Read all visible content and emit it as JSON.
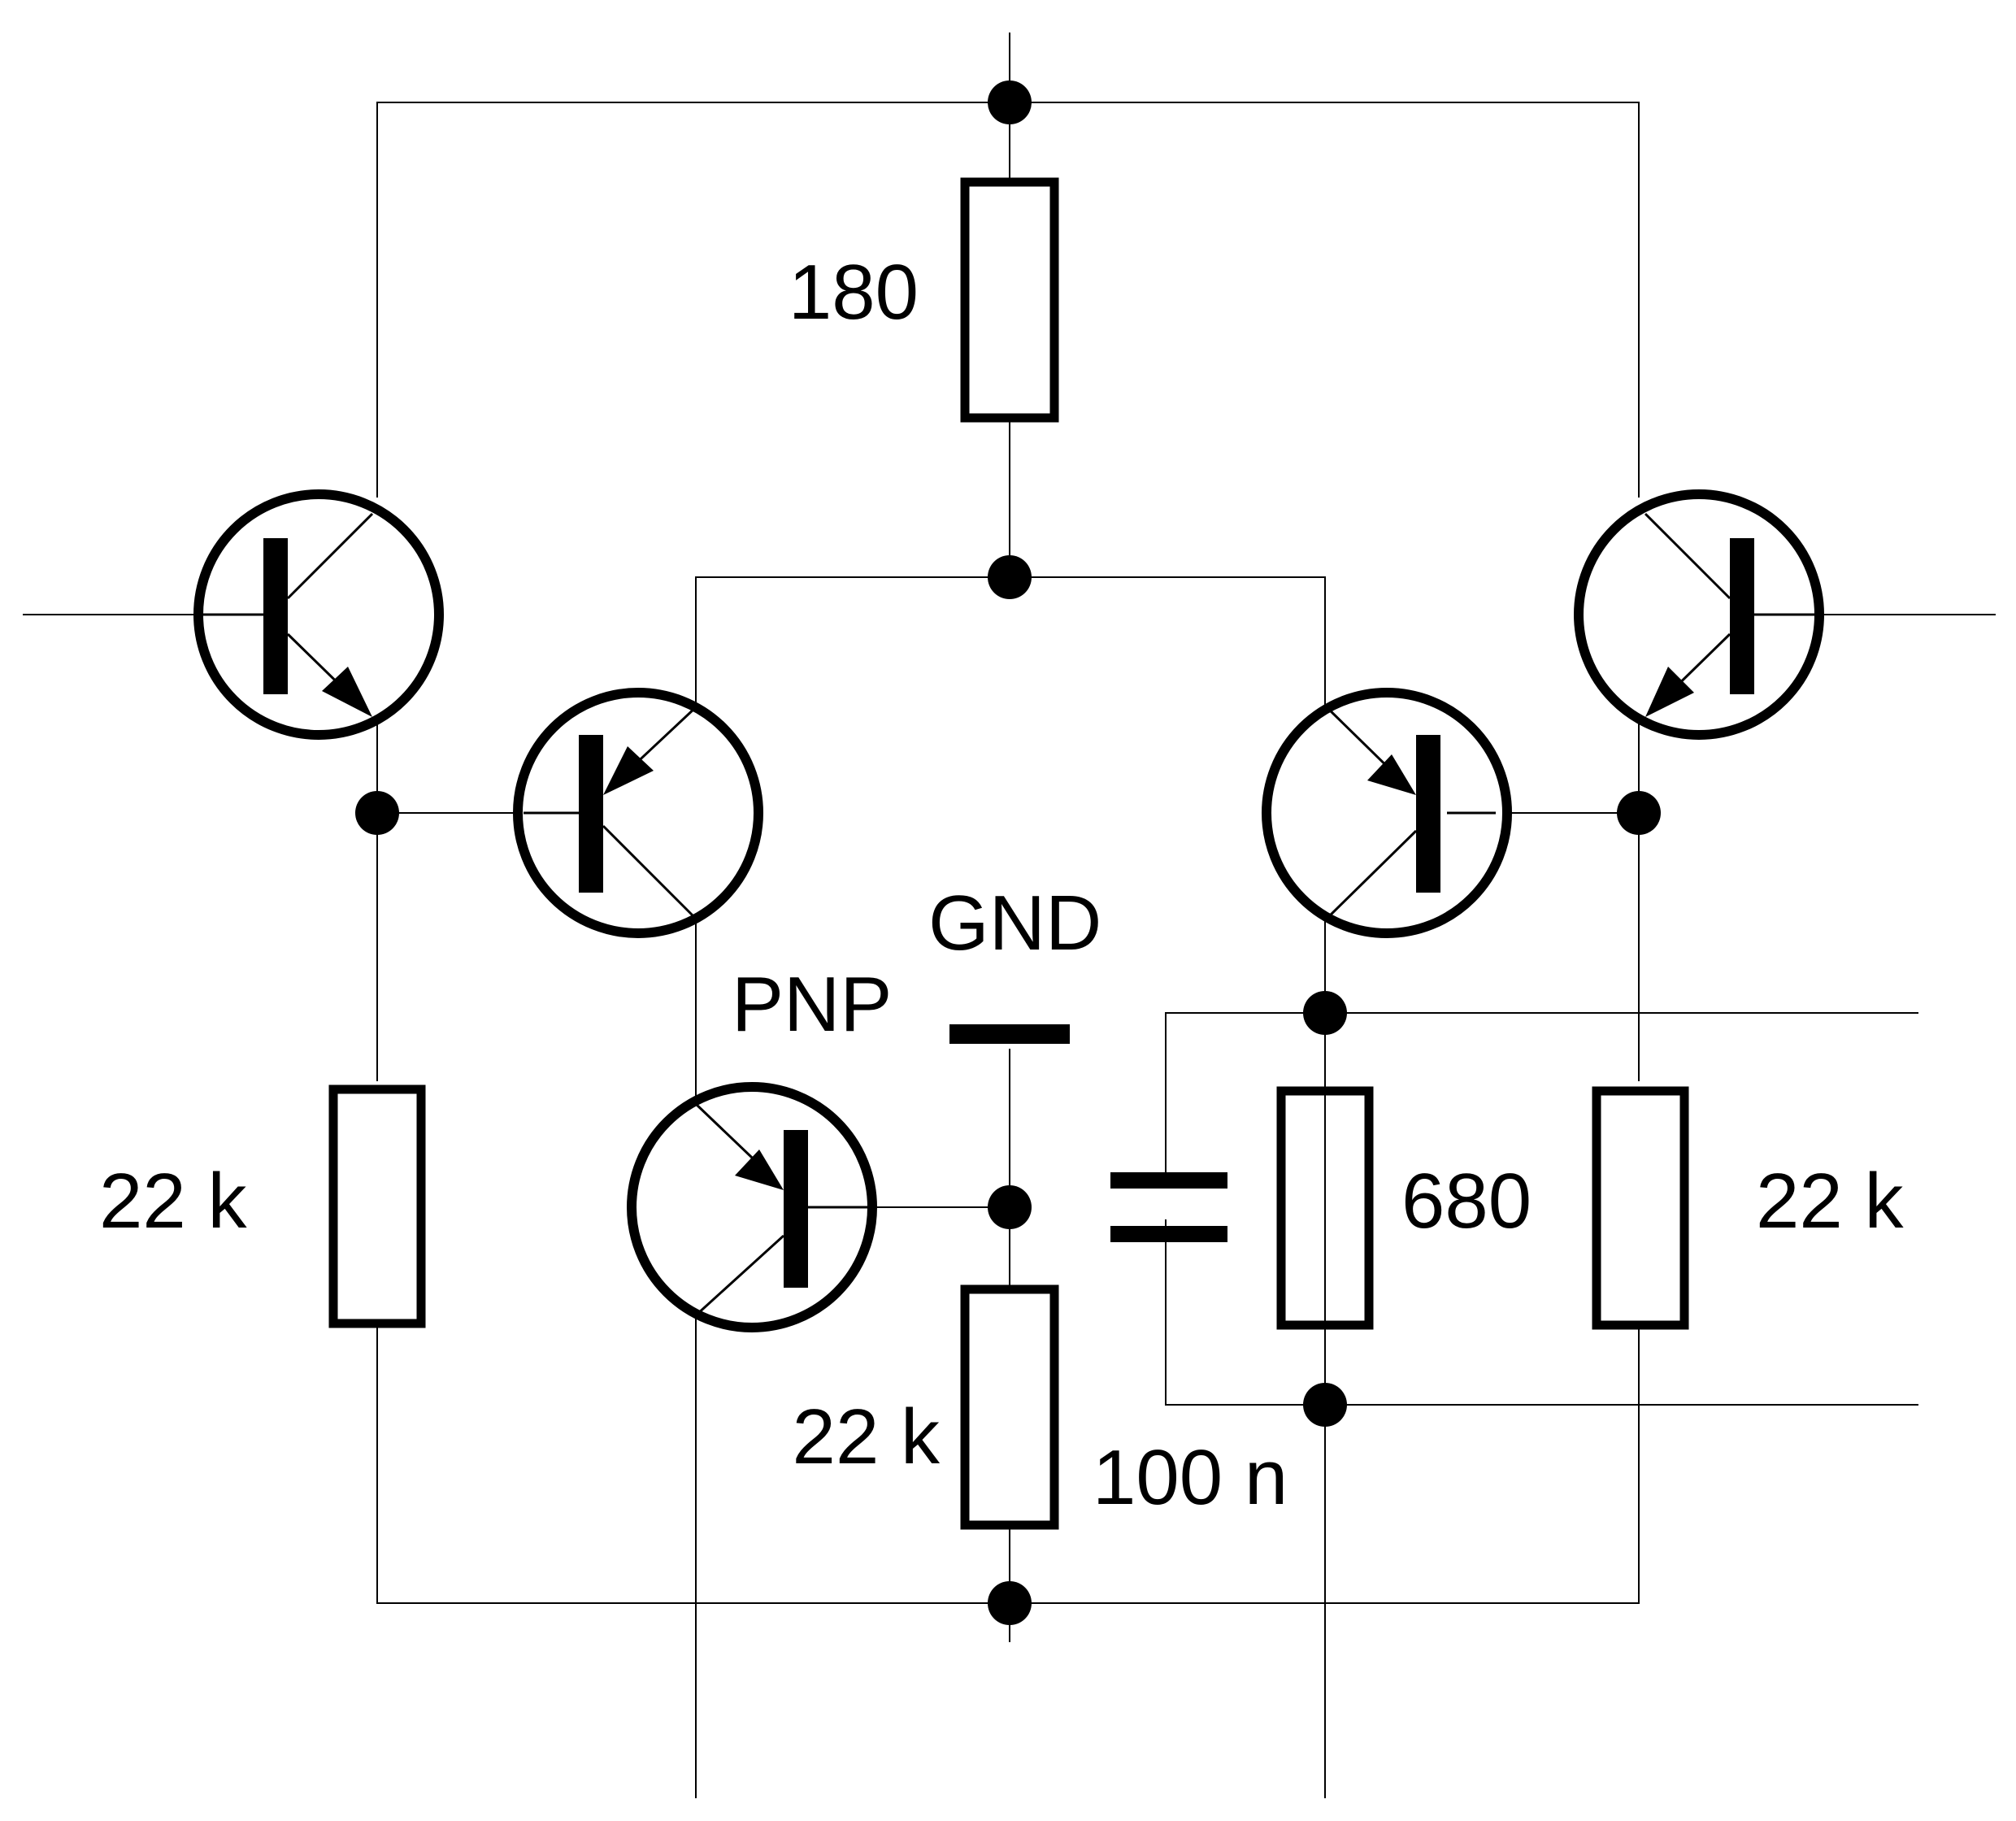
{
  "labels": {
    "r_top": "180",
    "r_left": "22 k",
    "r_right": "22 k",
    "r_center": "22 k",
    "r_emitter": "680",
    "cap": "100 n",
    "pnp": "PNP",
    "gnd": "GND"
  }
}
